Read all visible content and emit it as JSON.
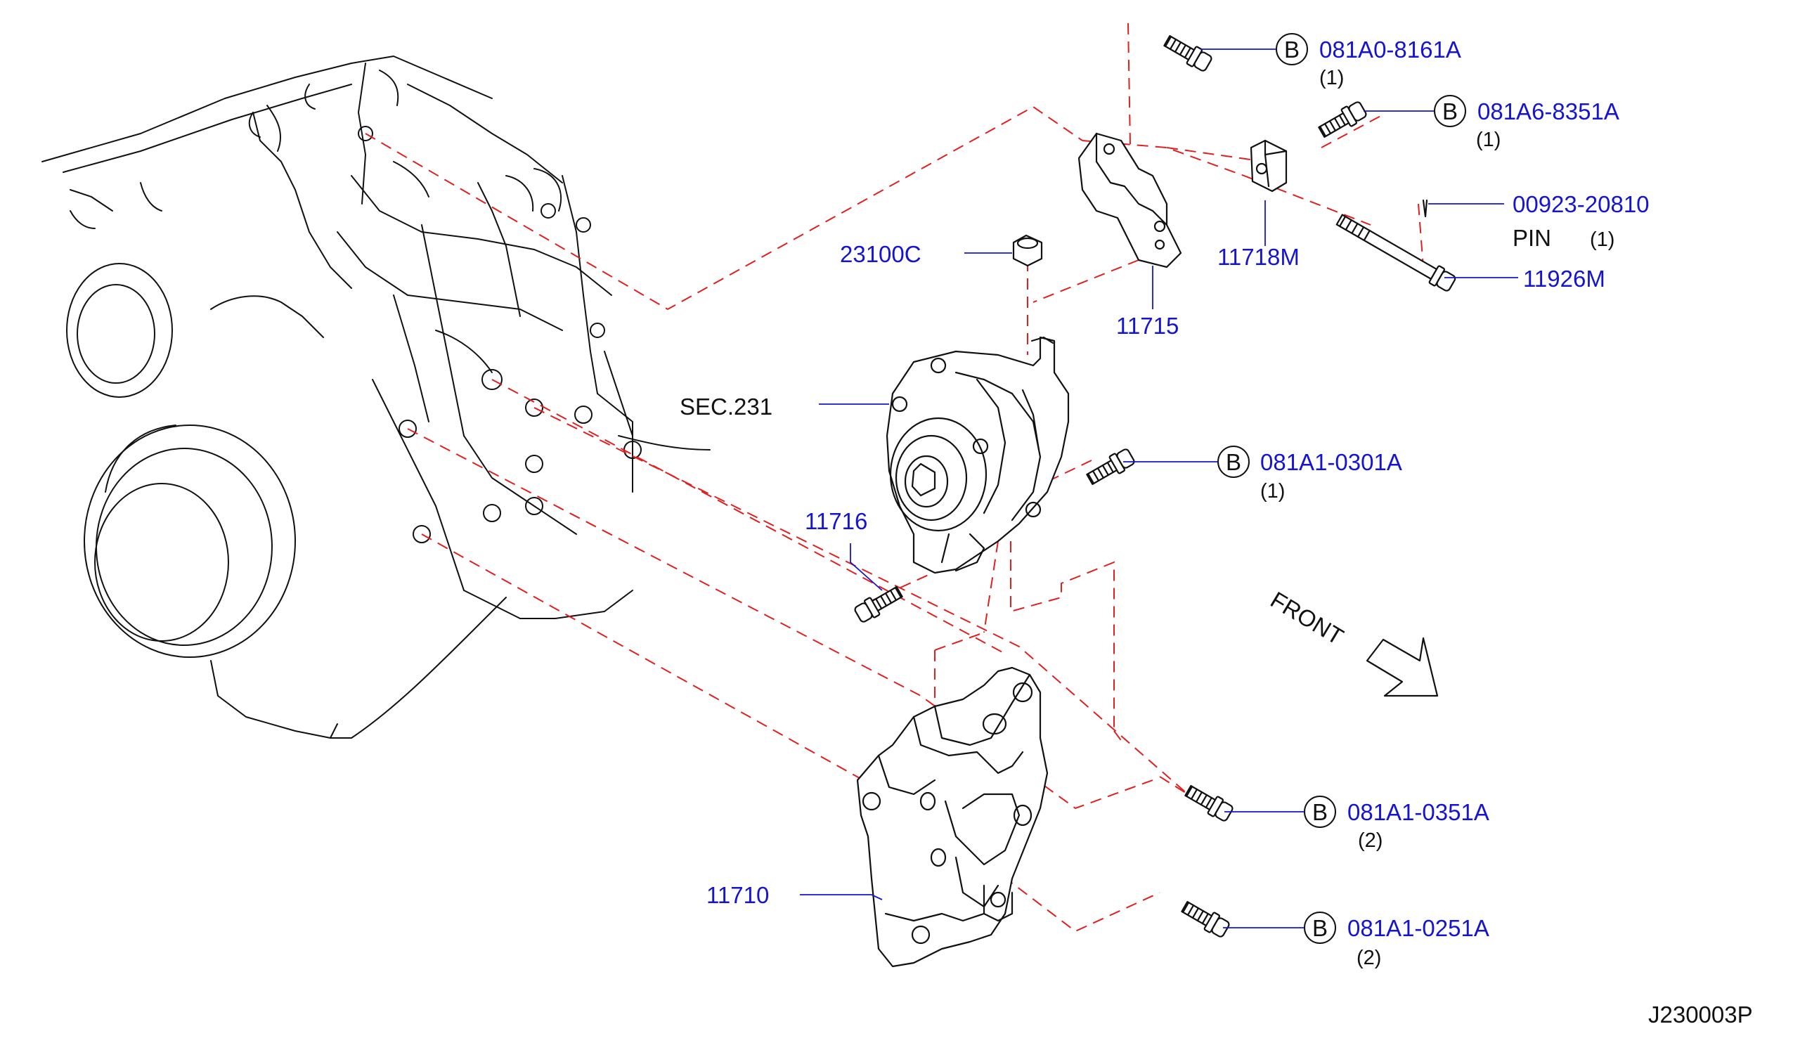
{
  "diagram_code": "J230003P",
  "colors": {
    "part_number": "#1414d2",
    "assembly_line": "#e02020",
    "outline": "#111111"
  },
  "front_label": "FRONT",
  "sec_ref": "SEC.231",
  "callouts": {
    "bolt_8161": {
      "badge": "B",
      "part": "081A0-8161A",
      "qty": "(1)"
    },
    "bolt_8351": {
      "badge": "B",
      "part": "081A6-8351A",
      "qty": "(1)"
    },
    "pin": {
      "part": "00923-20810",
      "name": "PIN",
      "qty": "(1)"
    },
    "p11926M": {
      "part": "11926M"
    },
    "p11718M": {
      "part": "11718M"
    },
    "p11715": {
      "part": "11715"
    },
    "p23100C": {
      "part": "23100C"
    },
    "bolt_0301": {
      "badge": "B",
      "part": "081A1-0301A",
      "qty": "(1)"
    },
    "p11716": {
      "part": "11716"
    },
    "bolt_0351": {
      "badge": "B",
      "part": "081A1-0351A",
      "qty": "(2)"
    },
    "bolt_0251": {
      "badge": "B",
      "part": "081A1-0251A",
      "qty": "(2)"
    },
    "p11710": {
      "part": "11710"
    }
  }
}
